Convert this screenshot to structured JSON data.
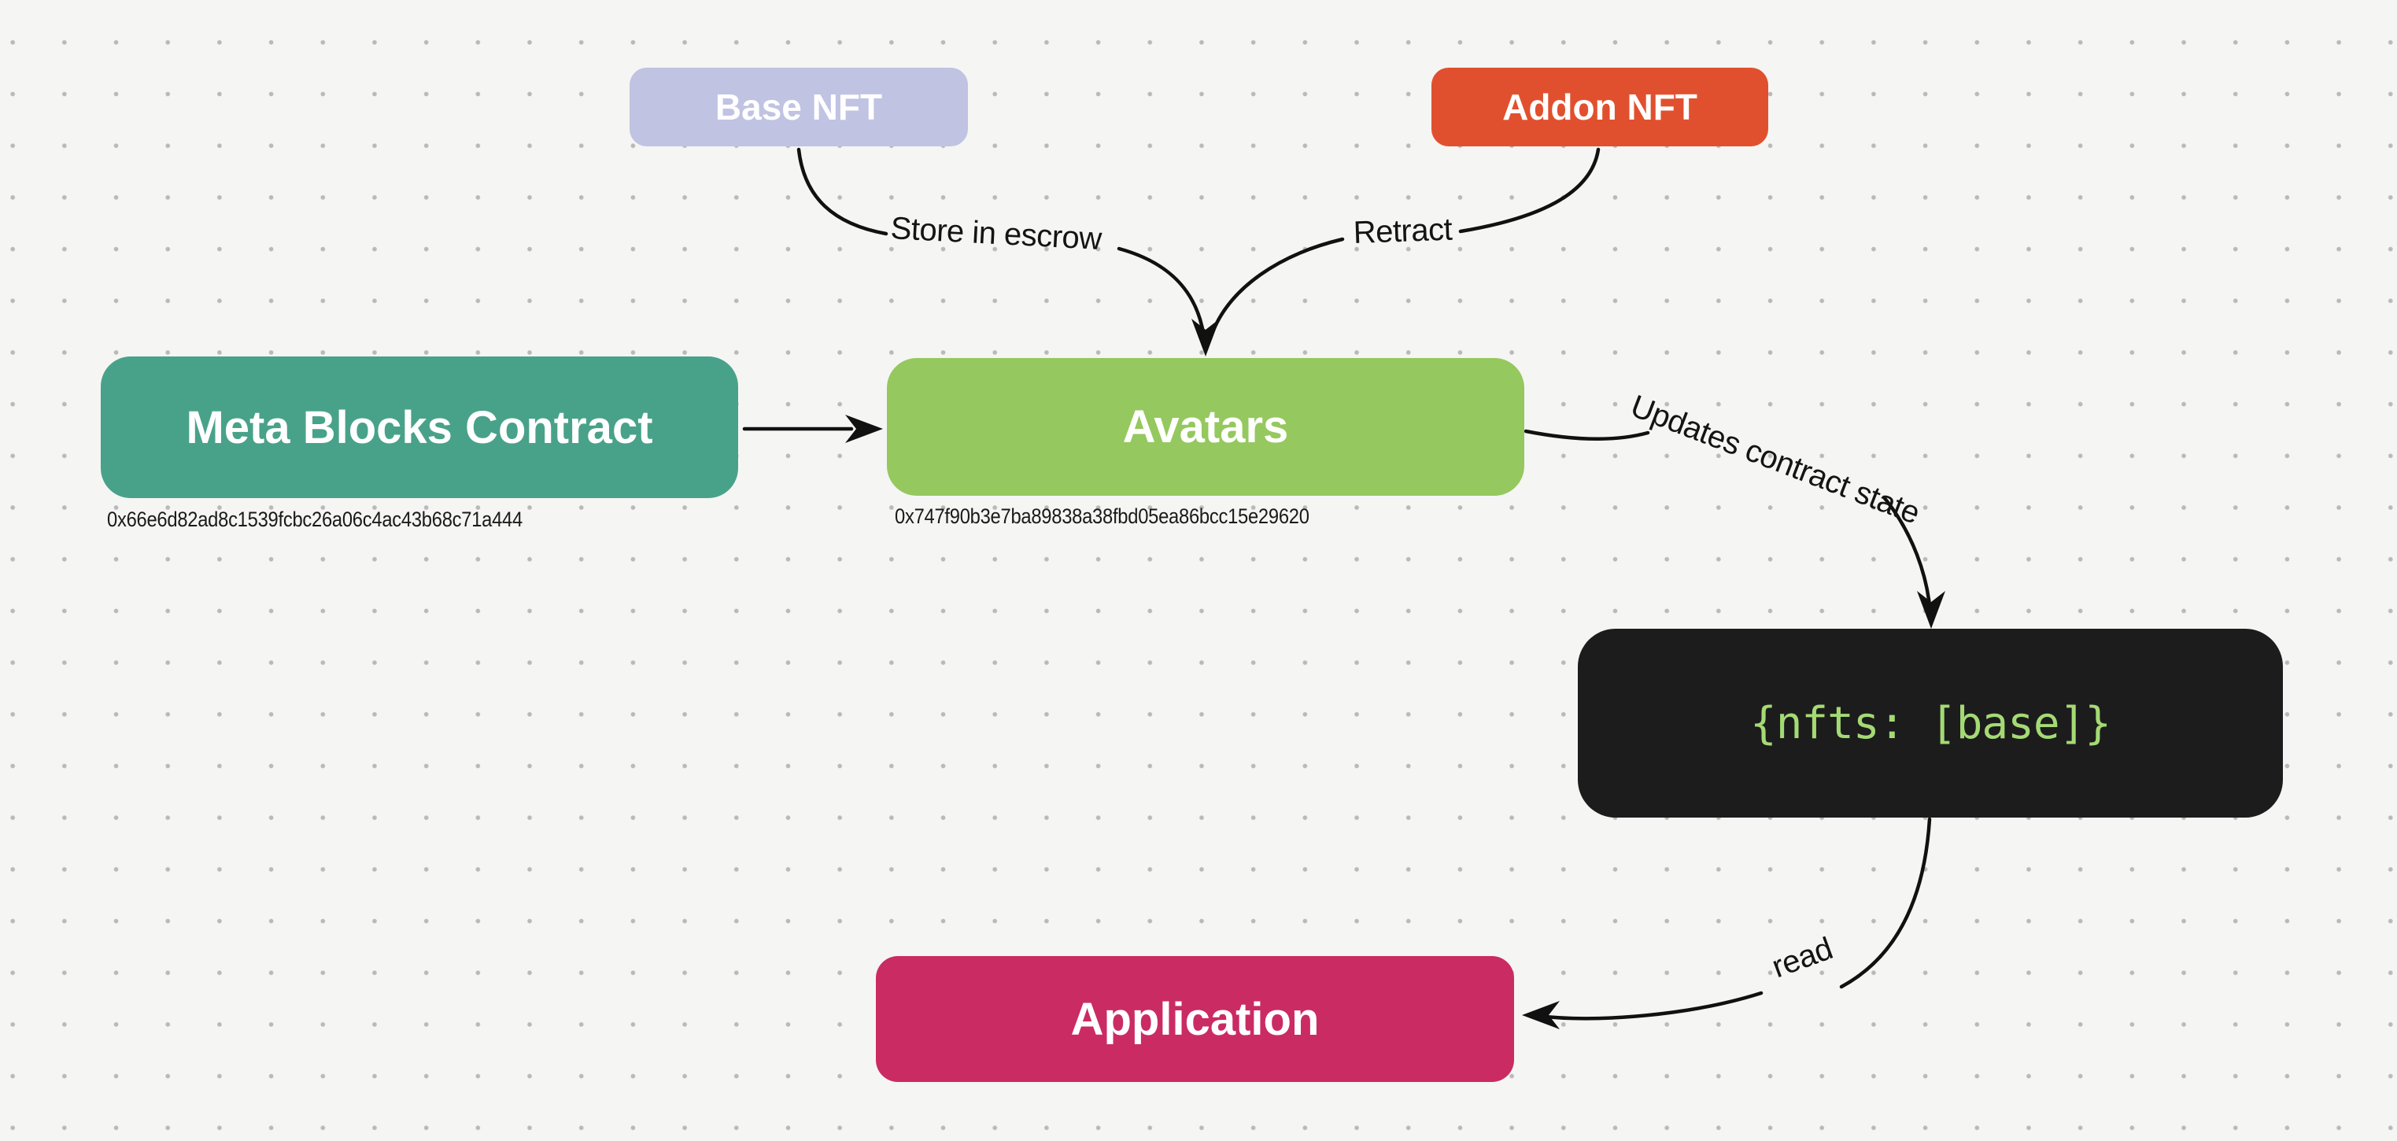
{
  "diagram": {
    "background_color": "#f5f5f4",
    "dot_grid_color": "#b9b9b9",
    "edge_color": "#111111",
    "nodes": {
      "base_nft": {
        "label": "Base NFT",
        "fill": "#c0c3e2",
        "text_color": "#ffffff"
      },
      "addon_nft": {
        "label": "Addon NFT",
        "fill": "#e1502e",
        "text_color": "#ffffff"
      },
      "meta_blocks_contract": {
        "label": "Meta Blocks Contract",
        "fill": "#48a289",
        "text_color": "#ffffff",
        "address": "0x66e6d82ad8c1539fcbc26a06c4ac43b68c71a444"
      },
      "avatars": {
        "label": "Avatars",
        "fill": "#95c85e",
        "text_color": "#ffffff",
        "address": "0x747f90b3e7ba89838a38fbd05ea86bcc15e29620"
      },
      "contract_state": {
        "label": "{nfts: [base]}",
        "fill": "#1d1c1c",
        "text_color": "#a4da75"
      },
      "application": {
        "label": "Application",
        "fill": "#ca2b62",
        "text_color": "#ffffff"
      }
    },
    "edges": {
      "store_in_escrow": {
        "label": "Store in escrow",
        "from": "base_nft",
        "to": "avatars"
      },
      "retract": {
        "label": "Retract",
        "from": "addon_nft",
        "to": "avatars"
      },
      "contract_to_avatars": {
        "label": "",
        "from": "meta_blocks_contract",
        "to": "avatars"
      },
      "updates_contract_state": {
        "label": "Updates contract state",
        "from": "avatars",
        "to": "contract_state"
      },
      "read": {
        "label": "read",
        "from": "contract_state",
        "to": "application"
      }
    }
  }
}
